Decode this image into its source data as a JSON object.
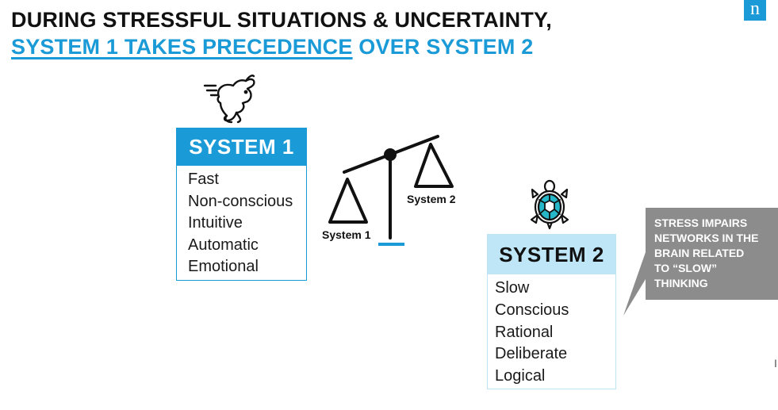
{
  "title": {
    "line1": "DURING STRESSFUL SITUATIONS & UNCERTAINTY,",
    "line2_highlight": "SYSTEM 1 TAKES PRECEDENCE",
    "line2_rest": " OVER SYSTEM 2"
  },
  "logo": {
    "glyph": "n",
    "icon": "brand-logo"
  },
  "system1": {
    "header": "SYSTEM 1",
    "icon": "rabbit-icon",
    "traits": [
      "Fast",
      "Non-conscious",
      "Intuitive",
      "Automatic",
      "Emotional"
    ]
  },
  "system2": {
    "header": "SYSTEM 2",
    "icon": "turtle-icon",
    "traits": [
      "Slow",
      "Conscious",
      "Rational",
      "Deliberate",
      "Logical"
    ]
  },
  "scale": {
    "left_label": "System 1",
    "right_label": "System 2",
    "icon": "balance-scale-icon"
  },
  "callout": {
    "text": "STRESS IMPAIRS\nNETWORKS IN THE\nBRAIN RELATED\nTO “SLOW”\nTHINKING"
  },
  "colors": {
    "accent": "#1a9ad6",
    "system2_header": "#bfe6f7",
    "callout_bg": "#8c8c8c"
  }
}
